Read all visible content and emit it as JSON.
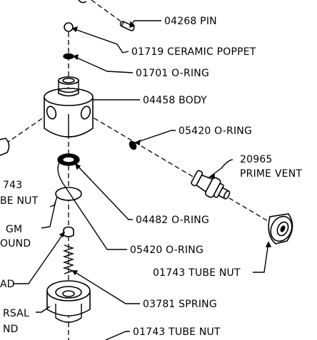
{
  "labels": {
    "pin": "04268 PIN",
    "poppet": "01719 CERAMIC POPPET",
    "oring_01701": "01701 O-RING",
    "body": "04458 BODY",
    "oring_05420_right": "05420 O-RING",
    "prime_vent_num": "20965",
    "prime_vent_name": "PRIME VENT",
    "tube_nut_left_num": "743",
    "tube_nut_left_name": "BE NUT",
    "diaphragm_line1": "GM",
    "diaphragm_line2": "OUND",
    "oring_04482": "04482 O-RING",
    "oring_05420_lower": "05420 O-RING",
    "tube_nut_right": "01743 TUBE NUT",
    "head_partial": "AD",
    "spring": "03781 SPRING",
    "universal_line1": "RSAL",
    "universal_line2": "ND",
    "tube_nut_bottom": "01743 TUBE NUT"
  }
}
